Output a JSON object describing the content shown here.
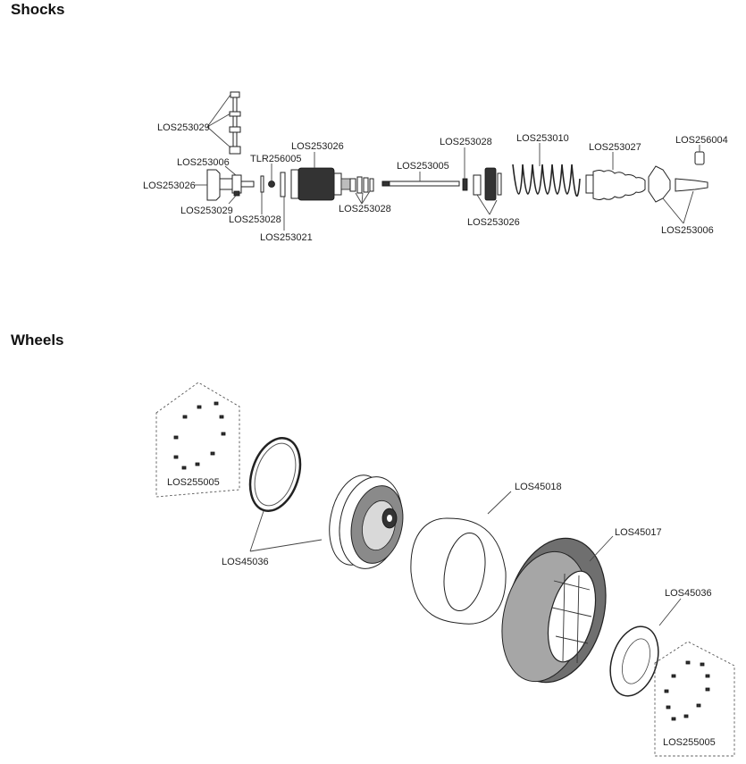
{
  "sections": {
    "shocks": {
      "title": "Shocks"
    },
    "wheels": {
      "title": "Wheels"
    }
  },
  "shock_labels": {
    "los253029_top": "LOS253029",
    "los253006_left": "LOS253006",
    "tlr256005": "TLR256005",
    "los253026_top": "LOS253026",
    "los253026_left": "LOS253026",
    "los253029_bottom": "LOS253029",
    "los253028_left": "LOS253028",
    "los253021": "LOS253021",
    "los253028_mid": "LOS253028",
    "los253005": "LOS253005",
    "los253028_right": "LOS253028",
    "los253010": "LOS253010",
    "los253026_bottom": "LOS253026",
    "los253027": "LOS253027",
    "los256004": "LOS256004",
    "los253006_right": "LOS253006"
  },
  "wheel_labels": {
    "los255005_left": "LOS255005",
    "los45036_left": "LOS45036",
    "los45018": "LOS45018",
    "los45017": "LOS45017",
    "los45036_right": "LOS45036",
    "los255005_right": "LOS255005"
  }
}
